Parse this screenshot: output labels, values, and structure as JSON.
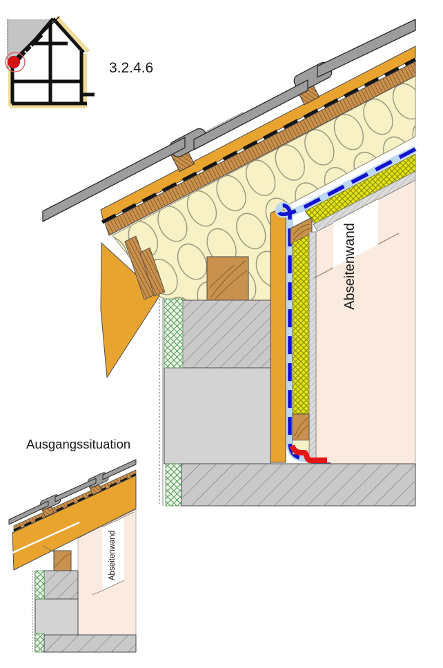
{
  "figure": {
    "number": "3.2.4.6"
  },
  "main_detail": {
    "wall_label": "Abseitenwand"
  },
  "initial_situation": {
    "title": "Ausgangssituation",
    "wall_label": "Abseitenwand"
  },
  "icons": [
    {
      "name": "house-section-locator-icon",
      "meaning": "house cross-section with red marker at eaves showing detail location"
    }
  ],
  "palette": {
    "wood_board_orange": "#E8A42F",
    "batten_brown": "#C9914E",
    "batten_hatch": "#7A4A18",
    "insulation_cream": "#F8F1C6",
    "insulation_yellow_green": "#E4E41A",
    "membrane_pale_blue": "#BCD7F2",
    "vapor_barrier_blue": "#1313CE",
    "sealing_red": "#E51515",
    "interior_pink": "#FBEADF",
    "tile_gray": "#9D9D9D",
    "masonry_gray": "#C9C9C9",
    "wall_plain_gray": "#D3D3D3",
    "perimeter_green": "#EAF6E8",
    "locator_red": "#D11414",
    "locator_yellow": "#EFDC9B"
  }
}
